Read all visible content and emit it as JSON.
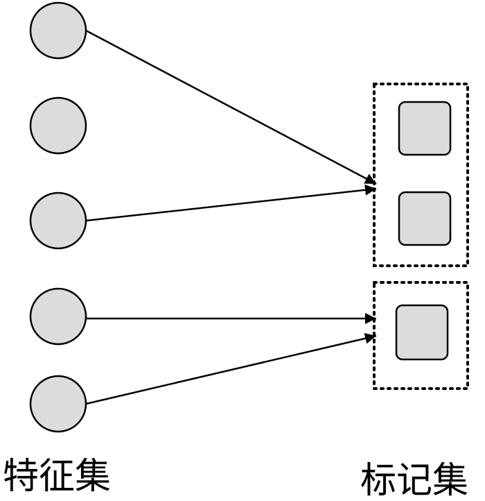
{
  "labels": {
    "feature_set": "特征集",
    "label_set": "标记集"
  },
  "features": [
    {
      "id": "f1"
    },
    {
      "id": "f2"
    },
    {
      "id": "f3"
    },
    {
      "id": "f4"
    },
    {
      "id": "f5"
    }
  ],
  "label_groups": [
    {
      "id": "g1",
      "items": [
        "l1",
        "l2"
      ]
    },
    {
      "id": "g2",
      "items": [
        "l3"
      ]
    }
  ],
  "edges": [
    {
      "from": "f1",
      "to": "g1"
    },
    {
      "from": "f3",
      "to": "g1"
    },
    {
      "from": "f4",
      "to": "g2"
    },
    {
      "from": "f5",
      "to": "g2"
    }
  ],
  "colors": {
    "node_fill": "#dcdcdc",
    "stroke": "#000000",
    "background": "#ffffff"
  }
}
